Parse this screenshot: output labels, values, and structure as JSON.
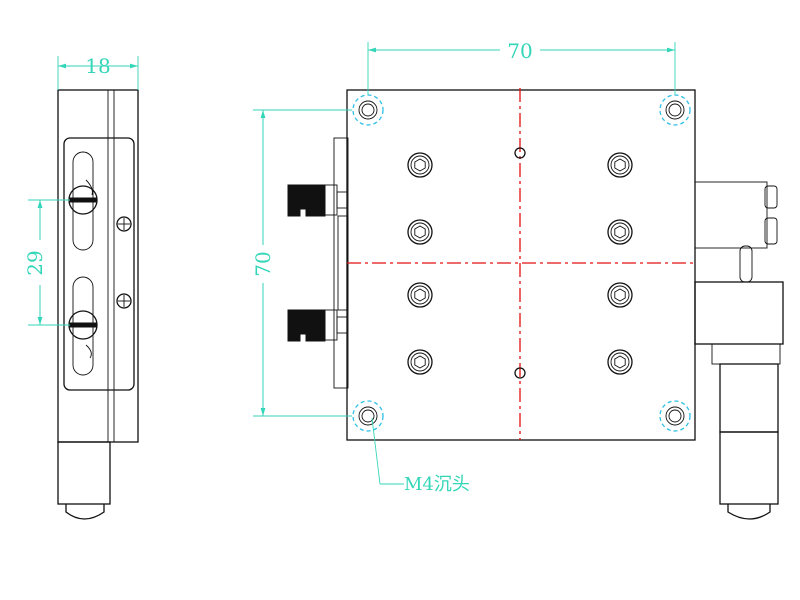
{
  "side_view": {
    "width_dim": "18",
    "slot_pitch_dim": "29"
  },
  "top_view": {
    "width_dim": "70",
    "height_dim": "70",
    "hole_note": "M4沉头"
  },
  "colors": {
    "dimension": "#33d6b8",
    "centerline": "#e01010",
    "outline": "#111111",
    "hole_highlight": "#2ec0e6"
  }
}
